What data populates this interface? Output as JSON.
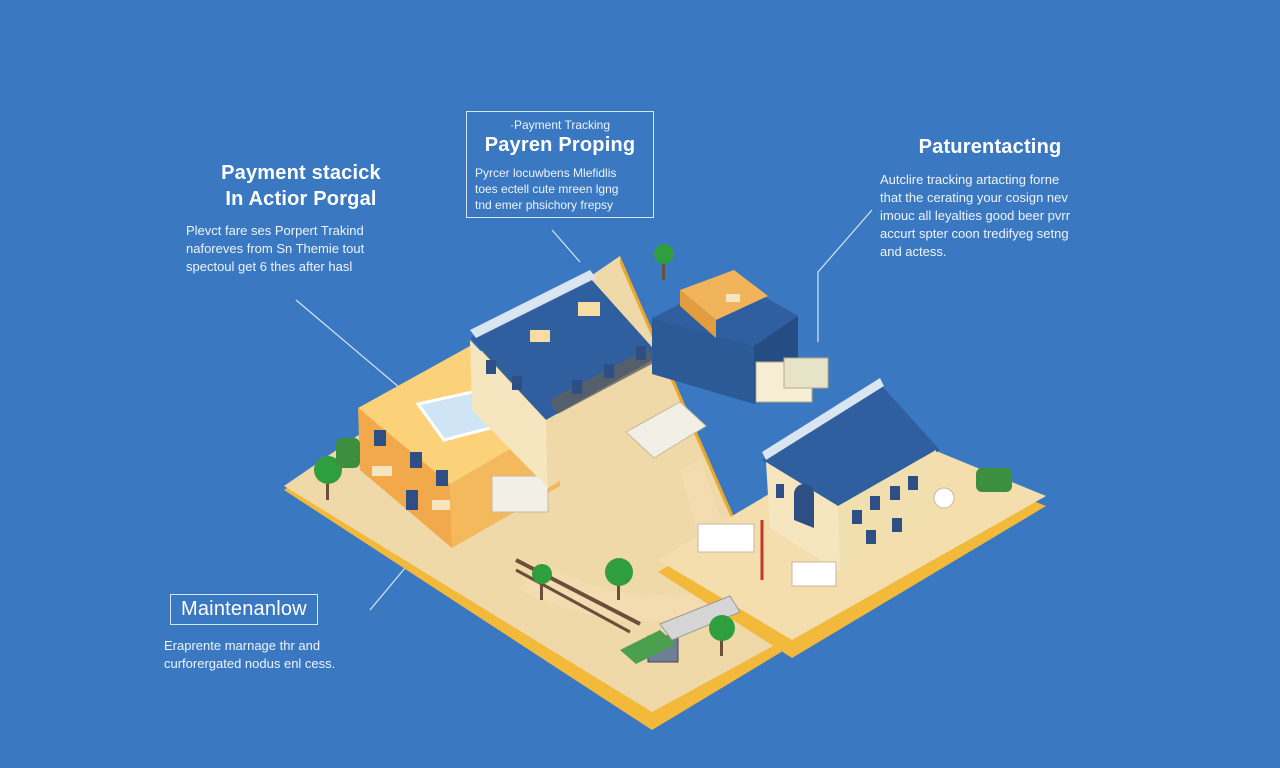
{
  "callouts": {
    "left": {
      "title_line1": "Payment stacick",
      "title_line2": "In Actior Porgal",
      "body": [
        "Plevct fare ses Porpert Trakind",
        "naforeves from Sn Themie tout",
        "spectoul get 6 thes after hasl"
      ]
    },
    "center": {
      "kicker": "·Payment Tracking",
      "title": "Payren Proping",
      "body": [
        "Pyrcer locuwbens Mlefidlis",
        "toes ectell cute mreen lgng",
        "tnd emer phsichory frepsy"
      ]
    },
    "right": {
      "title": "Paturentacting",
      "body": [
        "Autclire tracking artacting forne",
        "that the cerating your cosign nev",
        "imouc all leyalties good beer pvrr",
        "accurt spter coon tredifyeg setng",
        "and actess."
      ]
    },
    "bottom": {
      "title": "Maintenanlow",
      "body": [
        "Eraprente marnage thr and",
        "curforergated nodus enl cess."
      ]
    }
  },
  "colors": {
    "background": "#3a78c2",
    "roof_blue": "#2f5f9e",
    "wall_orange": "#f2b45a",
    "wall_cream": "#f6e6bf",
    "ground": "#f0d9a8",
    "ground_edge": "#f2b93a",
    "tree": "#2e9e3f"
  }
}
